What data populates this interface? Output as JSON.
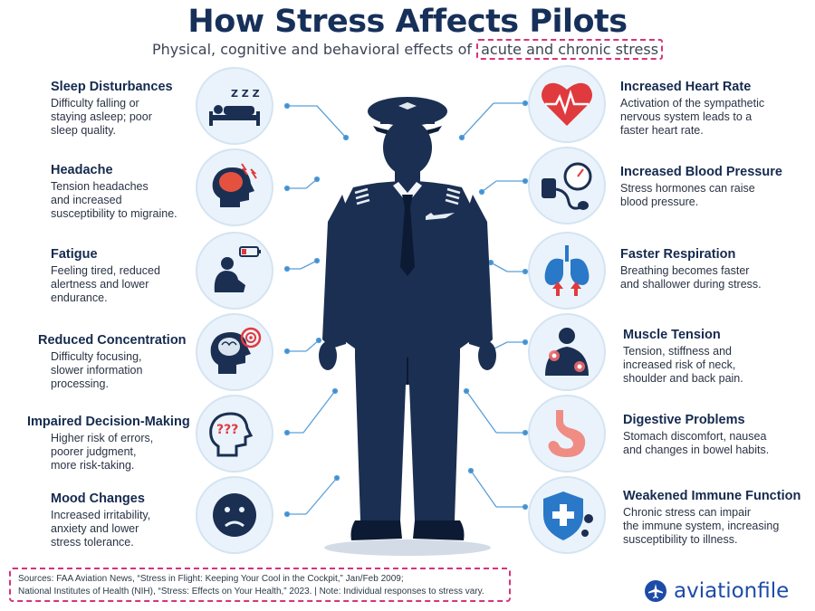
{
  "header": {
    "title": "How Stress Affects Pilots",
    "subtitle_lead": "Physical, cognitive and behavioral effects of ",
    "subtitle_highlight": "acute and chronic stress"
  },
  "left_effects": [
    {
      "title": "Sleep Disturbances",
      "lines": [
        "Difficulty falling or",
        "staying asleep; poor",
        "sleep quality."
      ],
      "icon": "sleep-icon"
    },
    {
      "title": "Headache",
      "lines": [
        "Tension headaches",
        "and increased",
        "susceptibility to migraine."
      ],
      "icon": "headache-icon"
    },
    {
      "title": "Fatigue",
      "lines": [
        "Feeling tired, reduced",
        "alertness and lower",
        "endurance."
      ],
      "icon": "fatigue-icon"
    },
    {
      "title": "Reduced Concentration",
      "lines": [
        "Difficulty focusing,",
        "slower information",
        "processing."
      ],
      "icon": "concentration-icon"
    },
    {
      "title": "Impaired Decision-Making",
      "lines": [
        "Higher risk of errors,",
        "poorer judgment,",
        "more risk-taking."
      ],
      "icon": "decision-icon",
      "glyph": "???"
    },
    {
      "title": "Mood Changes",
      "lines": [
        "Increased irritability,",
        "anxiety and lower",
        "stress tolerance."
      ],
      "icon": "sad-face-icon"
    }
  ],
  "right_effects": [
    {
      "title": "Increased Heart Rate",
      "lines": [
        "Activation of the sympathetic",
        "nervous system leads to a",
        "faster heart rate."
      ],
      "icon": "heart-rate-icon"
    },
    {
      "title": "Increased Blood Pressure",
      "lines": [
        "Stress hormones can raise",
        "blood pressure."
      ],
      "icon": "blood-pressure-icon"
    },
    {
      "title": "Faster Respiration",
      "lines": [
        "Breathing becomes faster",
        "and shallower during stress."
      ],
      "icon": "lungs-icon"
    },
    {
      "title": "Muscle Tension",
      "lines": [
        "Tension, stiffness and",
        "increased risk of neck,",
        "shoulder and back pain."
      ],
      "icon": "muscle-icon"
    },
    {
      "title": "Digestive Problems",
      "lines": [
        "Stomach discomfort, nausea",
        "and changes in bowel habits."
      ],
      "icon": "stomach-icon"
    },
    {
      "title": "Weakened Immune Function",
      "lines": [
        "Chronic stress can impair",
        "the immune system, increasing",
        "susceptibility to illness."
      ],
      "icon": "immune-shield-icon"
    }
  ],
  "sleep_glyph": "Z Z Z",
  "footer": {
    "sources_line1": "Sources: FAA Aviation News, “Stress in Flight: Keeping Your Cool in the Cockpit,” Jan/Feb 2009;",
    "sources_line2": "National Institutes of Health (NIH), “Stress: Effects on Your Health,” 2023.  |  Note: Individual responses to stress vary.",
    "brand": "aviationfile"
  },
  "colors": {
    "navy": "#17305a",
    "pilot": "#1b2f52",
    "accent_red": "#e03a3e",
    "accent_blue": "#2a78c8",
    "highlight_dash": "#d6337a",
    "icon_bg": "#eaf3fb"
  }
}
